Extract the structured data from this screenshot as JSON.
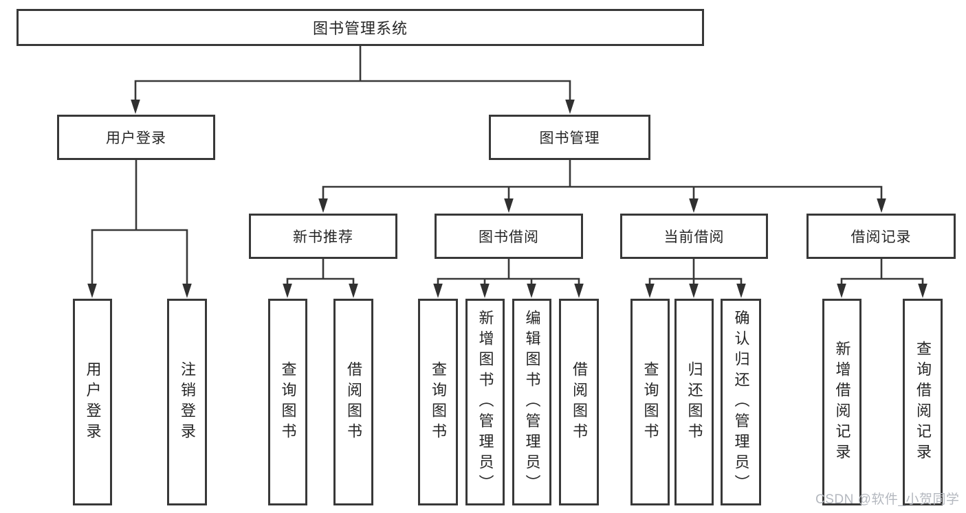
{
  "title": "图书管理系统",
  "colors": {
    "line": "#383838",
    "box_border": "#383838",
    "text": "#262626",
    "watermark": "#b4b8bf",
    "background": "#ffffff"
  },
  "tree": {
    "root": {
      "label": "图书管理系统",
      "children": [
        {
          "label": "用户登录",
          "children": [
            {
              "label": "用户登录"
            },
            {
              "label": "注销登录"
            }
          ]
        },
        {
          "label": "图书管理",
          "children": [
            {
              "label": "新书推荐",
              "children": [
                {
                  "label": "查询图书"
                },
                {
                  "label": "借阅图书"
                }
              ]
            },
            {
              "label": "图书借阅",
              "children": [
                {
                  "label": "查询图书"
                },
                {
                  "label": "新增图书（管理员）"
                },
                {
                  "label": "编辑图书（管理员）"
                },
                {
                  "label": "借阅图书"
                }
              ]
            },
            {
              "label": "当前借阅",
              "children": [
                {
                  "label": "查询图书"
                },
                {
                  "label": "归还图书"
                },
                {
                  "label": "确认归还（管理员）"
                }
              ]
            },
            {
              "label": "借阅记录",
              "children": [
                {
                  "label": "新增借阅记录"
                },
                {
                  "label": "查询借阅记录"
                }
              ]
            }
          ]
        }
      ]
    }
  },
  "watermark": "CSDN @软件_小贺同学"
}
